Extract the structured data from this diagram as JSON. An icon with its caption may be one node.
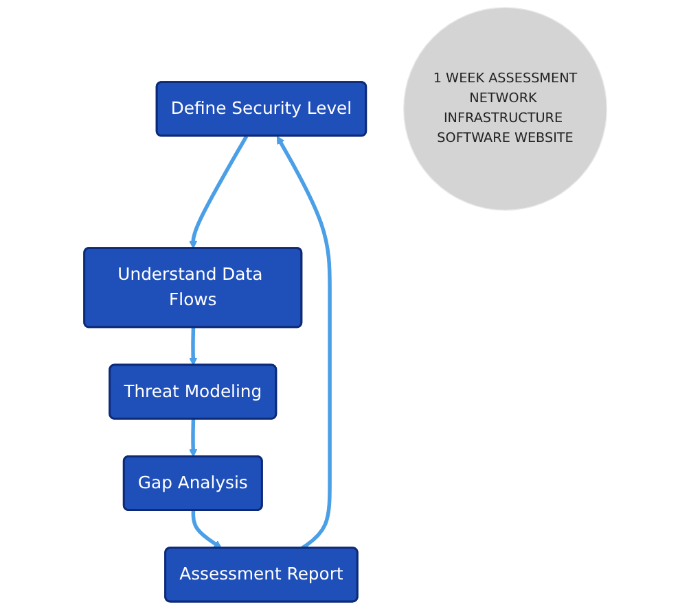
{
  "diagram": {
    "nodes": [
      {
        "text": [
          "Define Security Level"
        ]
      },
      {
        "text": [
          "Understand Data Flows"
        ]
      },
      {
        "text": [
          "Threat Modeling"
        ]
      },
      {
        "text": [
          "Gap Analysis"
        ]
      },
      {
        "text": [
          "Assessment Report"
        ]
      },
      {
        "text": [
          "1 WEEK ASSESSMENT",
          "NETWORK INFRASTRUCTURE SOFTWARE WEBSITE"
        ]
      }
    ],
    "edges": [
      {
        "from": 0,
        "to": 1,
        "arrow": "to"
      },
      {
        "from": 1,
        "to": 2,
        "arrow": "to"
      },
      {
        "from": 2,
        "to": 3,
        "arrow": "to"
      },
      {
        "from": 3,
        "to": 4,
        "arrow": "to"
      },
      {
        "from": 4,
        "to": 0,
        "arrow": "to"
      }
    ]
  }
}
